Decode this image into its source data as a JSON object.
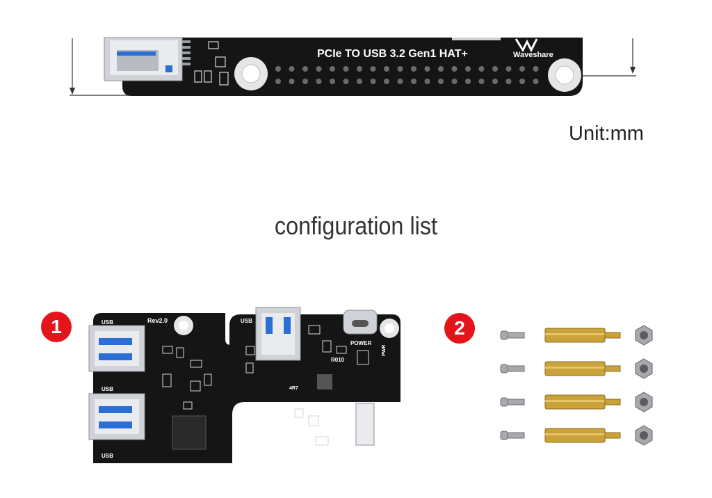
{
  "top_board": {
    "title": "PCIe TO USB 3.2 Gen1 HAT+",
    "brand": "Waveshare"
  },
  "unit_label": "Unit:mm",
  "section_title": "configuration list",
  "items": [
    {
      "number": "1",
      "board_labels": {
        "usb1": "USB",
        "usb2": "USB",
        "usb3": "USB",
        "usb4": "USB",
        "rev": "Rev2.0",
        "power": "POWER",
        "pwr": "PWR",
        "r010": "R010",
        "ind": "4R7"
      }
    },
    {
      "number": "2",
      "hardware_rows": 4
    }
  ],
  "colors": {
    "pcb": "#151515",
    "badge": "#e4141b",
    "brass": "#c9a33a",
    "steel": "#a7a9ad"
  }
}
